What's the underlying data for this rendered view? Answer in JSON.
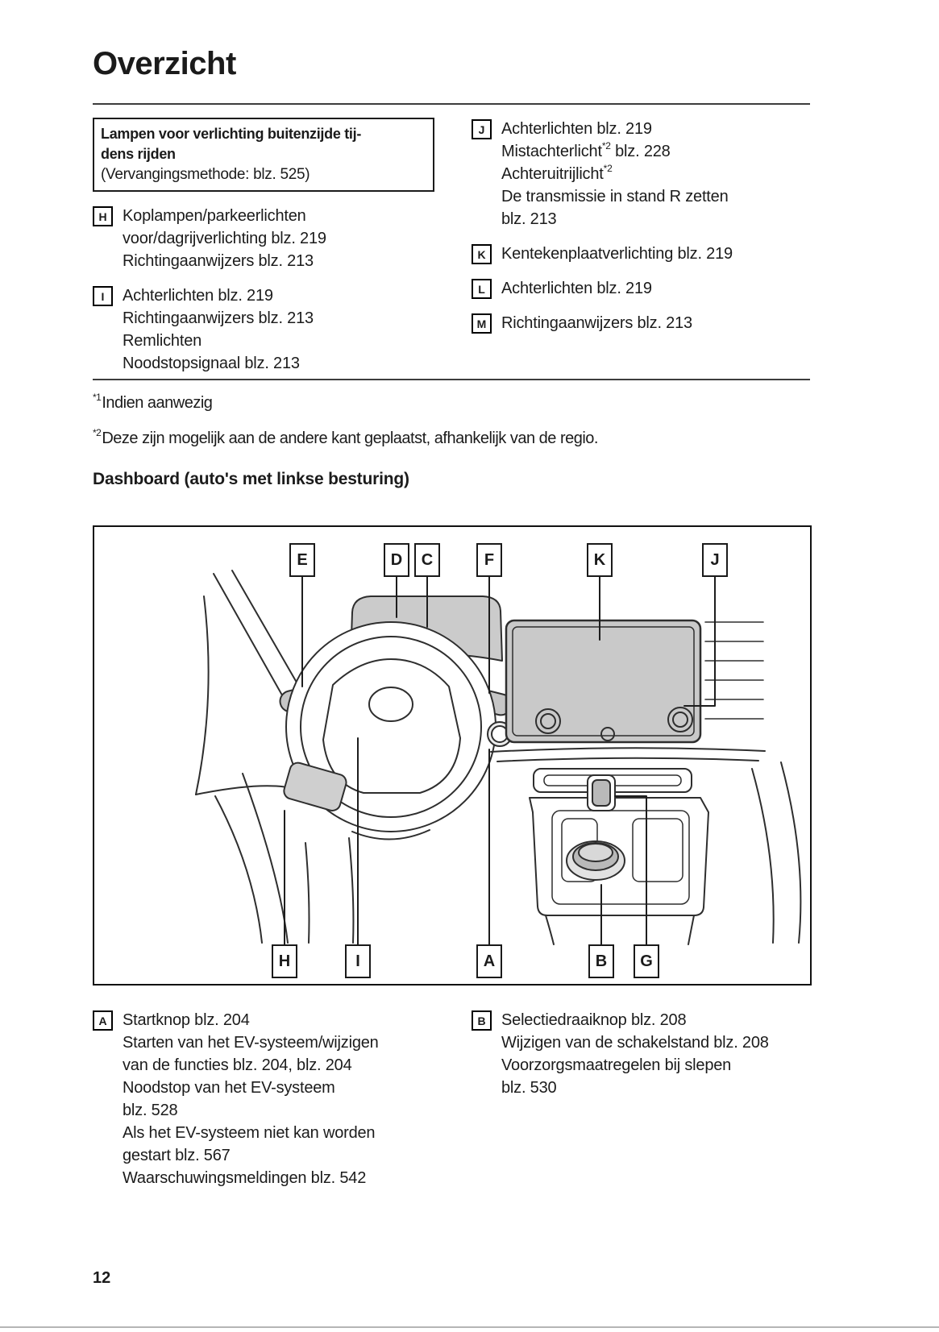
{
  "header": {
    "title": "Overzicht"
  },
  "lights": {
    "box": {
      "title_line1": "Lampen voor verlichting buitenzijde tij-",
      "title_line2": "dens rijden",
      "note": "(Vervangingsmethode: blz. 525)"
    },
    "item_h": {
      "letter": "H",
      "lines": [
        "Koplampen/parkeerlichten",
        "voor/dagrijverlichting blz. 219",
        "Richtingaanwijzers blz. 213"
      ]
    },
    "item_i": {
      "letter": "I",
      "lines": [
        "Achterlichten blz. 219",
        "Richtingaanwijzers blz. 213",
        "Remlichten",
        "Noodstopsignaal blz. 213"
      ]
    },
    "item_j": {
      "letter": "J",
      "line1": "Achterlichten blz. 219",
      "line2_pre": "Mistachterlicht",
      "line2_sup": "*2",
      "line2_post": " blz. 228",
      "line3_pre": "Achteruitrijlicht",
      "line3_sup": "*2",
      "line4": "De transmissie in stand R zetten",
      "line5": "blz. 213"
    },
    "item_k": {
      "letter": "K",
      "text": "Kentekenplaatverlichting blz. 219"
    },
    "item_l": {
      "letter": "L",
      "text": "Achterlichten blz. 219"
    },
    "item_m": {
      "letter": "M",
      "text": "Richtingaanwijzers blz. 213"
    }
  },
  "footnotes": {
    "f1_sup": "*1",
    "f1_text": "Indien aanwezig",
    "f2_sup": "*2",
    "f2_text": "Deze zijn mogelijk aan de andere kant geplaatst, afhankelijk van de regio."
  },
  "dashboard": {
    "heading": "Dashboard (auto's met linkse besturing)",
    "top_labels": [
      "E",
      "D",
      "C",
      "F",
      "K",
      "J"
    ],
    "bottom_labels": [
      "H",
      "I",
      "A",
      "B",
      "G"
    ],
    "item_a": {
      "letter": "A",
      "lines": [
        "Startknop blz. 204",
        "Starten van het EV-systeem/wijzigen",
        "van de functies blz. 204, blz. 204",
        "Noodstop van het EV-systeem",
        "blz. 528",
        "Als het EV-systeem niet kan worden",
        "gestart blz. 567",
        "Waarschuwingsmeldingen blz. 542"
      ]
    },
    "item_b": {
      "letter": "B",
      "lines": [
        "Selectiedraaiknop blz. 208",
        "Wijzigen van de schakelstand blz. 208",
        "Voorzorgsmaatregelen bij slepen",
        "blz. 530"
      ]
    }
  },
  "footer": {
    "page_number": "12"
  },
  "colors": {
    "diagram_gray": "#c9c9c9",
    "line_dark": "#2e2e2e"
  }
}
